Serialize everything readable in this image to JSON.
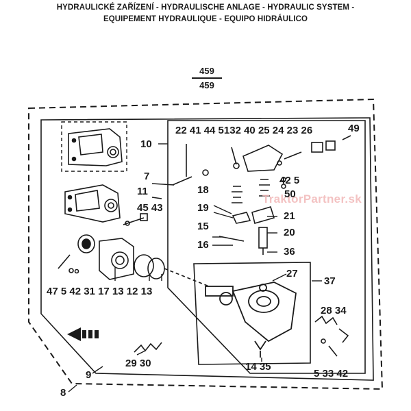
{
  "header": {
    "line1": "HYDRAULICKÉ ZAŘÍZENÍ - HYDRAULISCHE ANLAGE - HYDRAULIC SYSTEM -",
    "line2": "EQUIPEMENT HYDRAULIQUE - EQUIPO HIDRÁULICO"
  },
  "fraction": {
    "top": "459",
    "bottom": "459"
  },
  "watermark": "TraktorPartner.sk",
  "callouts": {
    "c_10": "10",
    "c_top": "22 41 44 5132 40 25 24 23 26",
    "c_49": "49",
    "c_7": "7",
    "c_11": "11",
    "c_45_43": "45 43",
    "c_18": "18",
    "c_42_5": "42 5",
    "c_50": "50",
    "c_19": "19",
    "c_21": "21",
    "c_15": "15",
    "c_20": "20",
    "c_16": "16",
    "c_36": "36",
    "c_27": "27",
    "c_37": "37",
    "c_row": "47 5 42 31 17 13 12 13",
    "c_28_34": "28 34",
    "c_29_30": "29 30",
    "c_14_35": "14 35",
    "c_5_33_42": "5 33 42",
    "c_9": "9",
    "c_8": "8"
  }
}
